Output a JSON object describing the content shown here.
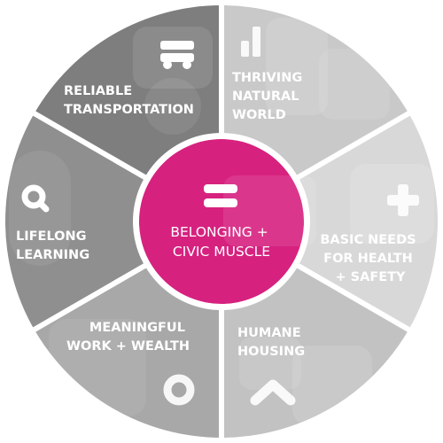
{
  "center": {
    "lines": [
      "BELONGING +",
      "CIVIC MUSCLE"
    ],
    "icon": "equals-icon",
    "color": "#d6217f"
  },
  "segments": [
    {
      "id": "thriving-natural-world",
      "lines": [
        "THRIVING",
        "NATURAL",
        "WORLD"
      ],
      "icon": "bar-chart-icon",
      "color": "#c9c9c9"
    },
    {
      "id": "basic-needs-health-safety",
      "lines": [
        "BASIC NEEDS",
        "FOR HEALTH",
        "+ SAFETY"
      ],
      "icon": "plus-icon",
      "color": "#d8d8d8"
    },
    {
      "id": "humane-housing",
      "lines": [
        "HUMANE",
        "HOUSING"
      ],
      "icon": "roof-chevron-icon",
      "color": "#c2c2c2"
    },
    {
      "id": "meaningful-work-wealth",
      "lines": [
        "MEANINGFUL",
        "WORK + WEALTH"
      ],
      "icon": "ring-icon",
      "color": "#a8a8a8"
    },
    {
      "id": "lifelong-learning",
      "lines": [
        "LIFELONG",
        "LEARNING"
      ],
      "icon": "magnifier-icon",
      "color": "#8f8f8f"
    },
    {
      "id": "reliable-transportation",
      "lines": [
        "RELIABLE",
        "TRANSPORTATION"
      ],
      "icon": "vehicle-icon",
      "color": "#7e7e7e"
    }
  ],
  "colors": {
    "divider": "#ffffff",
    "text": "#ffffff"
  }
}
